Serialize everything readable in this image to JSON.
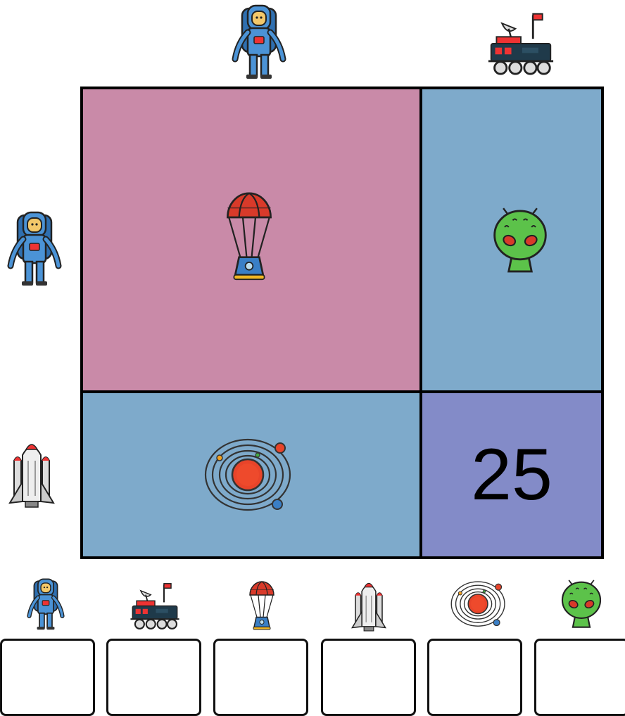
{
  "puzzle": {
    "column_headers": [
      "astronaut",
      "rover"
    ],
    "row_headers": [
      "astronaut",
      "space-shuttle"
    ],
    "cells": [
      {
        "row": 0,
        "col": 0,
        "content": "parachute-capsule",
        "color": "#c98aa8"
      },
      {
        "row": 0,
        "col": 1,
        "content": "alien",
        "color": "#7eaacb"
      },
      {
        "row": 1,
        "col": 0,
        "content": "solar-system",
        "color": "#7eaacb"
      },
      {
        "row": 1,
        "col": 1,
        "content": "25",
        "color": "#838bc8"
      }
    ],
    "number_value": "25"
  },
  "answer_row": {
    "icons": [
      "astronaut",
      "rover",
      "parachute-capsule",
      "space-shuttle",
      "solar-system",
      "alien"
    ],
    "box_values": [
      "",
      "",
      "",
      "",
      "",
      ""
    ]
  },
  "colors": {
    "pink_cell": "#c98aa8",
    "blue_cell": "#7eaacb",
    "purple_cell": "#838bc8",
    "border": "#000000"
  }
}
